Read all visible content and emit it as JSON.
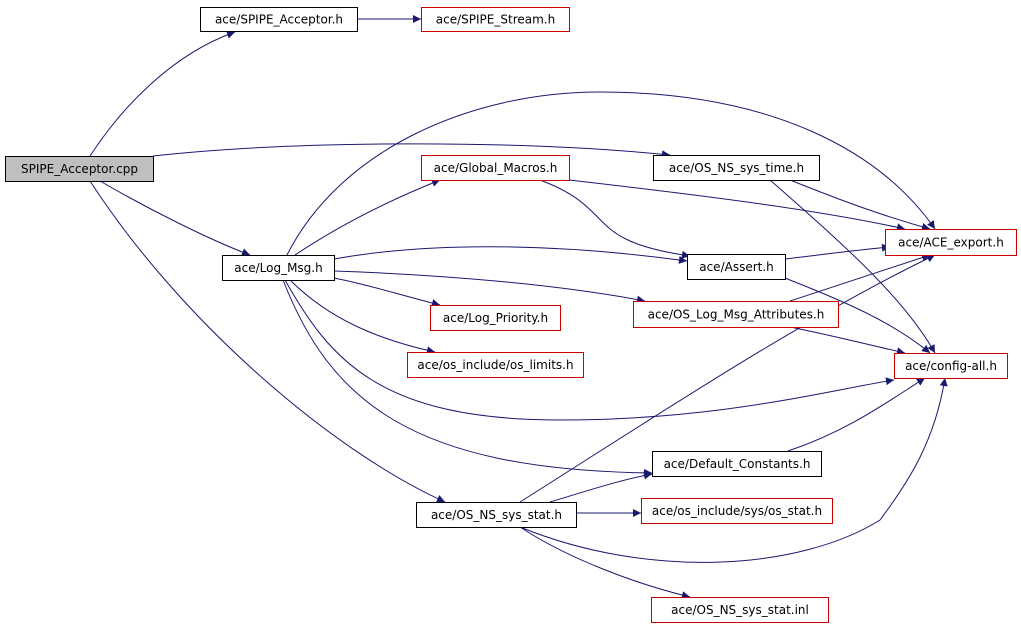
{
  "colors": {
    "edge": "#191970",
    "border_normal": "#000000",
    "border_missing": "#cc0000",
    "root_fill": "#bfbfbf"
  },
  "nodes": [
    {
      "id": "spipe_cpp",
      "label": "SPIPE_Acceptor.cpp",
      "type": "root"
    },
    {
      "id": "spipe_acc",
      "label": "ace/SPIPE_Acceptor.h",
      "type": "normal"
    },
    {
      "id": "spipe_stream",
      "label": "ace/SPIPE_Stream.h",
      "type": "missing"
    },
    {
      "id": "global_macros",
      "label": "ace/Global_Macros.h",
      "type": "missing"
    },
    {
      "id": "os_ns_sys_time",
      "label": "ace/OS_NS_sys_time.h",
      "type": "normal"
    },
    {
      "id": "ace_export",
      "label": "ace/ACE_export.h",
      "type": "missing"
    },
    {
      "id": "log_msg",
      "label": "ace/Log_Msg.h",
      "type": "normal"
    },
    {
      "id": "assert",
      "label": "ace/Assert.h",
      "type": "normal"
    },
    {
      "id": "log_priority",
      "label": "ace/Log_Priority.h",
      "type": "missing"
    },
    {
      "id": "os_log_msg_attr",
      "label": "ace/OS_Log_Msg_Attributes.h",
      "type": "missing"
    },
    {
      "id": "os_limits",
      "label": "ace/os_include/os_limits.h",
      "type": "missing"
    },
    {
      "id": "config_all",
      "label": "ace/config-all.h",
      "type": "missing"
    },
    {
      "id": "default_constants",
      "label": "ace/Default_Constants.h",
      "type": "normal"
    },
    {
      "id": "os_ns_sys_stat",
      "label": "ace/OS_NS_sys_stat.h",
      "type": "normal"
    },
    {
      "id": "os_stat",
      "label": "ace/os_include/sys/os_stat.h",
      "type": "missing"
    },
    {
      "id": "os_ns_sys_stat_inl",
      "label": "ace/OS_NS_sys_stat.inl",
      "type": "missing"
    }
  ],
  "edges": [
    {
      "from": "spipe_cpp",
      "to": "spipe_acc"
    },
    {
      "from": "spipe_acc",
      "to": "spipe_stream"
    },
    {
      "from": "spipe_cpp",
      "to": "os_ns_sys_time"
    },
    {
      "from": "spipe_cpp",
      "to": "log_msg"
    },
    {
      "from": "spipe_cpp",
      "to": "os_ns_sys_stat"
    },
    {
      "from": "os_ns_sys_time",
      "to": "ace_export"
    },
    {
      "from": "os_ns_sys_time",
      "to": "config_all"
    },
    {
      "from": "global_macros",
      "to": "ace_export"
    },
    {
      "from": "global_macros",
      "to": "assert"
    },
    {
      "from": "log_msg",
      "to": "global_macros"
    },
    {
      "from": "log_msg",
      "to": "ace_export"
    },
    {
      "from": "log_msg",
      "to": "assert"
    },
    {
      "from": "log_msg",
      "to": "log_priority"
    },
    {
      "from": "log_msg",
      "to": "os_log_msg_attr"
    },
    {
      "from": "log_msg",
      "to": "os_limits"
    },
    {
      "from": "log_msg",
      "to": "config_all"
    },
    {
      "from": "log_msg",
      "to": "default_constants"
    },
    {
      "from": "assert",
      "to": "ace_export"
    },
    {
      "from": "assert",
      "to": "config_all"
    },
    {
      "from": "os_log_msg_attr",
      "to": "ace_export"
    },
    {
      "from": "os_log_msg_attr",
      "to": "config_all"
    },
    {
      "from": "default_constants",
      "to": "config_all"
    },
    {
      "from": "os_ns_sys_stat",
      "to": "default_constants"
    },
    {
      "from": "os_ns_sys_stat",
      "to": "ace_export"
    },
    {
      "from": "os_ns_sys_stat",
      "to": "os_stat"
    },
    {
      "from": "os_ns_sys_stat",
      "to": "config_all"
    },
    {
      "from": "os_ns_sys_stat",
      "to": "os_ns_sys_stat_inl"
    }
  ]
}
